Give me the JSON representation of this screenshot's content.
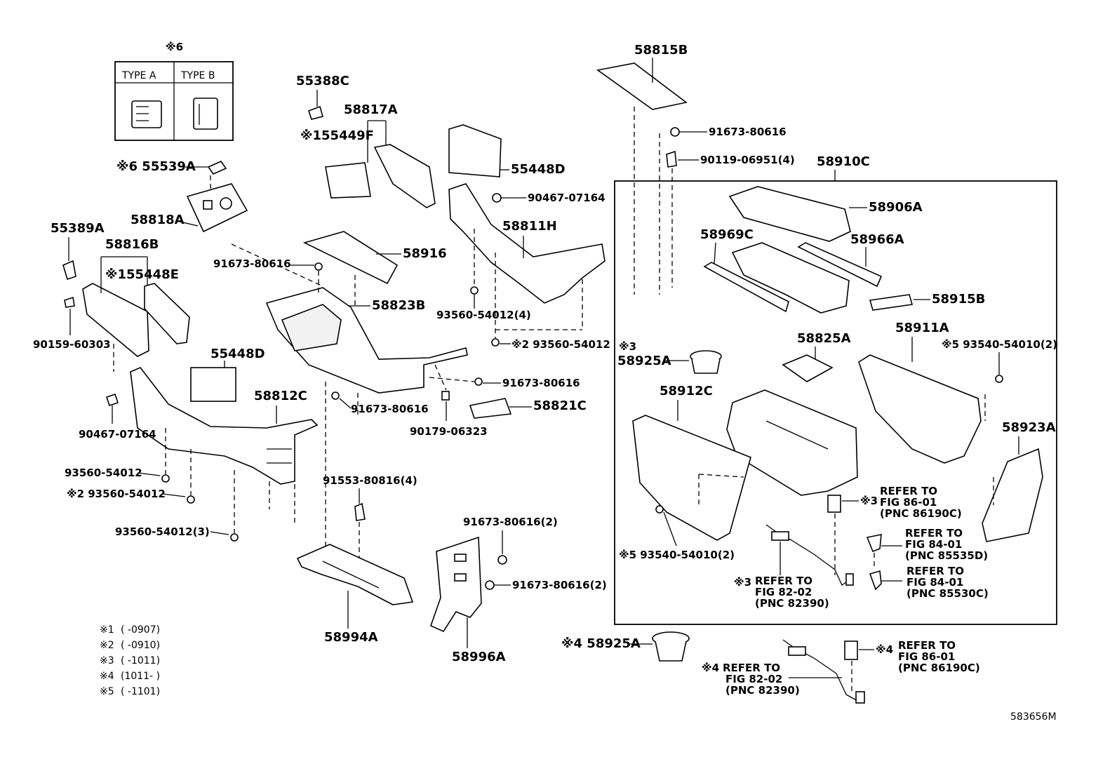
{
  "type_box": {
    "note": "※6",
    "type_a": "TYPE A",
    "type_b": "TYPE B"
  },
  "labels": {
    "p55388C": "55388C",
    "p58817A": "58817A",
    "p55449F": "※155449F",
    "p55539A": "※6 55539A",
    "p58818A": "58818A",
    "p55389A": "55389A",
    "p58816B": "58816B",
    "p55448E": "※155448E",
    "p90159": "90159-60303",
    "p55448D_low": "55448D",
    "p58812C": "58812C",
    "p90467_low": "90467-07164",
    "p93560_a": "93560-54012",
    "p93560_b": "※2 93560-54012",
    "p93560_3": "93560-54012(3)",
    "p91673_left": "91673-80616",
    "p58916": "58916",
    "p58823B": "58823B",
    "p91673_mid": "91673-80616",
    "p91553": "91553-80816(4)",
    "p58994A": "58994A",
    "p55448D_up": "55448D",
    "p90467_up": "90467-07164",
    "p58811H": "58811H",
    "p93560_4": "93560-54012(4)",
    "p93560_c": "※2 93560-54012",
    "p91673_r": "91673-80616",
    "p58821C": "58821C",
    "p90179": "90179-06323",
    "p91673_2a": "91673-80616(2)",
    "p91673_2b": "91673-80616(2)",
    "p58996A": "58996A",
    "p58815B": "58815B",
    "p91673_top": "91673-80616",
    "p90119": "90119-06951(4)",
    "p58910C": "58910C",
    "p58906A": "58906A",
    "p58969C": "58969C",
    "p58966A": "58966A",
    "p58915B": "58915B",
    "p58925A_note": "※3",
    "p58925A": "58925A",
    "p58825A": "58825A",
    "p58911A": "58911A",
    "p93540_top": "※5 93540-54010(2)",
    "p58912C": "58912C",
    "p58923A": "58923A",
    "p93540_low": "※5 93540-54010(2)",
    "p58925A_b": "※4 58925A"
  },
  "refers": {
    "r86_01_a": [
      "REFER TO",
      "FIG 86-01",
      "(PNC 86190C)"
    ],
    "r84_01_a": [
      "REFER TO",
      "FIG 84-01",
      "(PNC 85535D)"
    ],
    "r84_01_b": [
      "REFER TO",
      "FIG 84-01",
      "(PNC 85530C)"
    ],
    "r82_02_a": [
      "REFER TO",
      "FIG 82-02",
      "(PNC 82390)"
    ],
    "r86_01_b": [
      "REFER TO",
      "FIG 86-01",
      "(PNC 86190C)"
    ],
    "r82_02_b": [
      "REFER TO",
      "FIG 82-02",
      "(PNC 82390)"
    ],
    "mark3_86": "※3",
    "mark3_82": "※3",
    "mark4_86": "※4",
    "mark4_82": "※4"
  },
  "footnotes": [
    {
      "mark": "※1",
      "range": "(       -0907)"
    },
    {
      "mark": "※2",
      "range": "(       -0910)"
    },
    {
      "mark": "※3",
      "range": "(       -1011)"
    },
    {
      "mark": "※4",
      "range": "(1011-       )"
    },
    {
      "mark": "※5",
      "range": "(       -1101)"
    }
  ],
  "figure_id": "583656M"
}
